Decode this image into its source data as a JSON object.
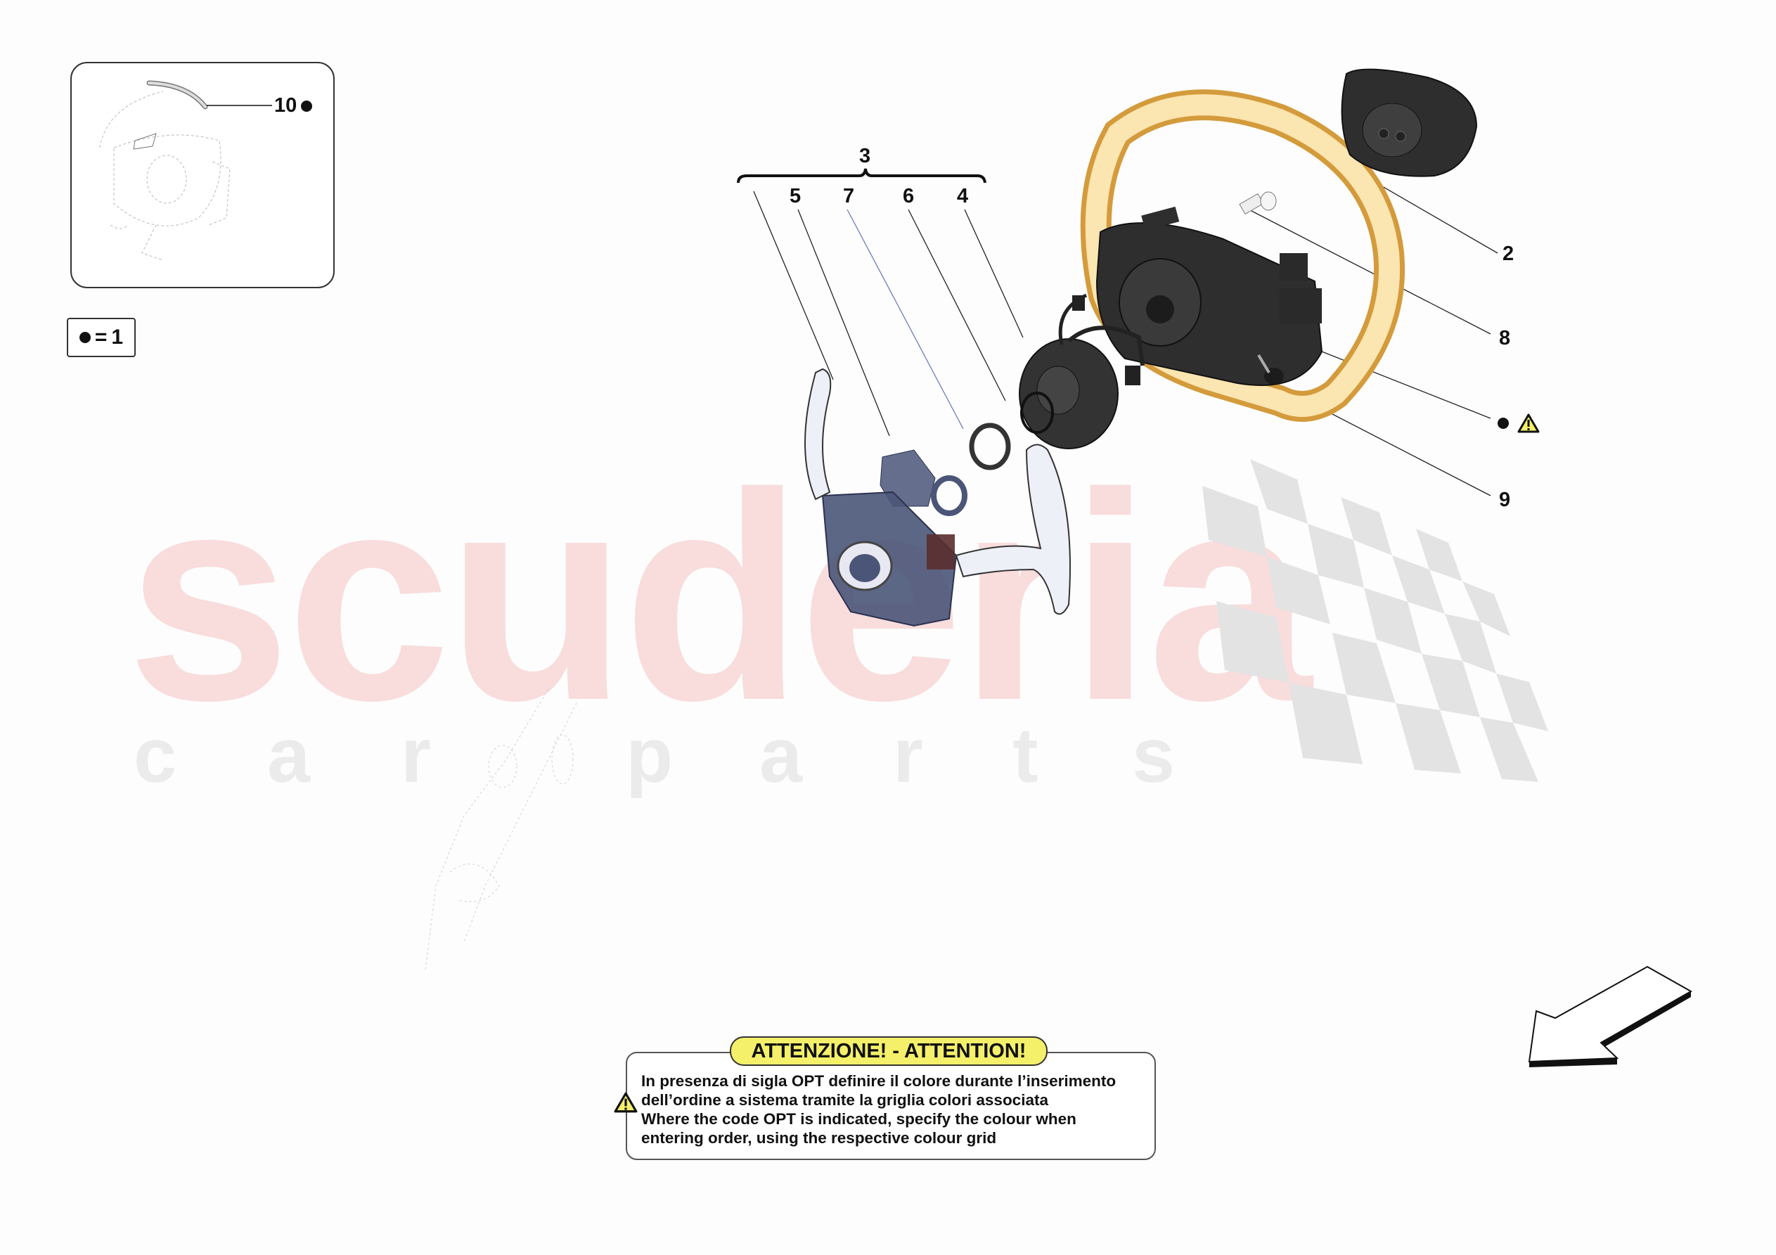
{
  "watermark": {
    "main": "scuderia",
    "sub_letters": [
      "c",
      "a",
      "r",
      "p",
      "a",
      "r",
      "t",
      "s"
    ],
    "main_color": "#f9dcdc",
    "sub_color": "#ebebeb",
    "checker_color": "#e3e3e3"
  },
  "inset": {
    "callout_number": "10",
    "callout_marker": "dot",
    "description": "steering wheel trim location"
  },
  "legend": {
    "symbol": "dot",
    "equals": "=",
    "value": "1"
  },
  "group": {
    "label": "3",
    "members": [
      "5",
      "7",
      "6",
      "4"
    ]
  },
  "callouts": [
    {
      "id": "5",
      "label": "5"
    },
    {
      "id": "7",
      "label": "7"
    },
    {
      "id": "6",
      "label": "6"
    },
    {
      "id": "4",
      "label": "4"
    },
    {
      "id": "2",
      "label": "2"
    },
    {
      "id": "8",
      "label": "8"
    },
    {
      "id": "wheel",
      "label": "",
      "marker": "dot",
      "warning": true
    },
    {
      "id": "9",
      "label": "9"
    }
  ],
  "attention": {
    "title": "ATTENZIONE! - ATTENTION!",
    "lines": [
      "In presenza di sigla OPT definire il colore durante l’inserimento",
      "dell’ordine a sistema tramite la griglia colori associata",
      "Where the code OPT is indicated, specify the colour when",
      "entering order, using the respective colour grid"
    ],
    "pill_color": "#f4f06a",
    "icon": "warning-triangle-icon"
  },
  "colors": {
    "wheel_rim": "#f6c66a",
    "wheel_rim_light": "#fbe5b0",
    "dark_part": "#2e2e2e",
    "translucent_part": "#4a5578",
    "paddle": "#eef0f8",
    "warning_yellow": "#f4f06a"
  },
  "direction_arrow": {
    "orientation": "down-left"
  }
}
